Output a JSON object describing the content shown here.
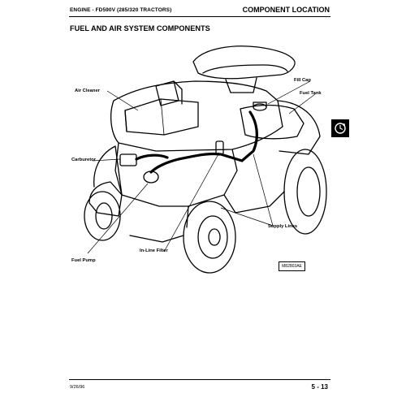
{
  "header": {
    "left_text": "ENGINE - FD590V (285/320 TRACTORS)",
    "right_text": "COMPONENT LOCATION"
  },
  "section": {
    "title": "FUEL AND AIR SYSTEM COMPONENTS"
  },
  "diagram": {
    "labels": {
      "air_cleaner": "Air Cleaner",
      "fill_cap": "Fill Cap",
      "fuel_tank": "Fuel Tank",
      "carburetor": "Carburetor",
      "supply_lines": "Supply Lines",
      "inline_filter": "In-Line Filter",
      "fuel_pump": "Fuel Pump"
    },
    "reference_code": "M82803AE"
  },
  "side_tab": {
    "icon": "clock-tab-icon"
  },
  "footer": {
    "date": "9/26/96",
    "page": "5 - 13"
  }
}
